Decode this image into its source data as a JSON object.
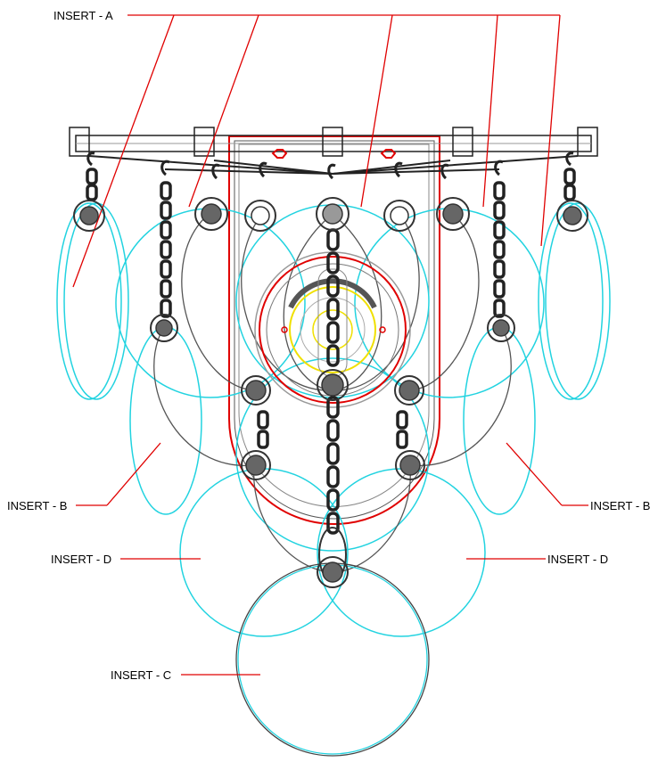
{
  "labels": {
    "insert_a": "INSERT - A",
    "insert_b_left": "INSERT - B",
    "insert_b_right": "INSERT - B",
    "insert_d_left": "INSERT - D",
    "insert_d_right": "INSERT - D",
    "insert_c": "INSERT - C"
  },
  "colors": {
    "insert_outline": "#22d3e0",
    "leader_line": "#e00000",
    "frame_outline": "#e00000",
    "hardware": "#333333",
    "hardware_fill": "#666666",
    "inner_ring": "#f0e000",
    "background": "#ffffff"
  },
  "icons": {
    "chain": "chain-link-icon",
    "hook": "hook-icon",
    "roller": "roller-bearing-icon",
    "nut": "hex-nut-icon",
    "bracket": "mount-bracket-icon"
  }
}
